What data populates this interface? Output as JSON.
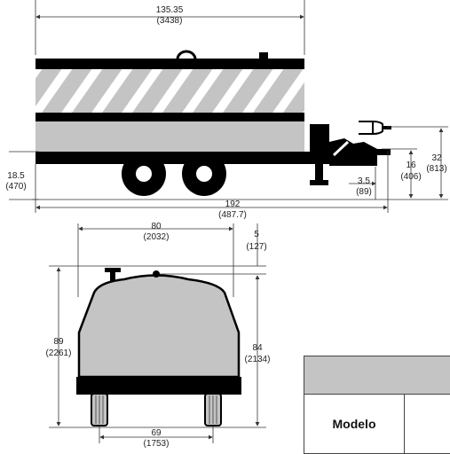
{
  "side_view": {
    "dims": {
      "length_in": "135.35",
      "length_mm": "(3438)",
      "hitch_height_in": "32",
      "hitch_height_mm": "(813)",
      "axle_height_in": "16",
      "axle_height_mm": "(406)",
      "hitch_offset_in": "3.5",
      "hitch_offset_mm": "(89)",
      "ground_clearance_in": "18.5",
      "ground_clearance_mm": "(470)",
      "overall_length_in": "192",
      "overall_length_mm": "(487.7)"
    }
  },
  "front_view": {
    "dims": {
      "width_in": "80",
      "width_mm": "(2032)",
      "offset_in": "5",
      "offset_mm": "(127)",
      "overall_height_in": "89",
      "overall_height_mm": "(2261)",
      "body_height_in": "84",
      "body_height_mm": "(2134)",
      "track_width_in": "69",
      "track_width_mm": "(1753)"
    }
  },
  "spec_table": {
    "row_label": "Modelo"
  },
  "colors": {
    "body_fill": "#c4c4c4",
    "frame": "#000000",
    "line": "#333333"
  }
}
